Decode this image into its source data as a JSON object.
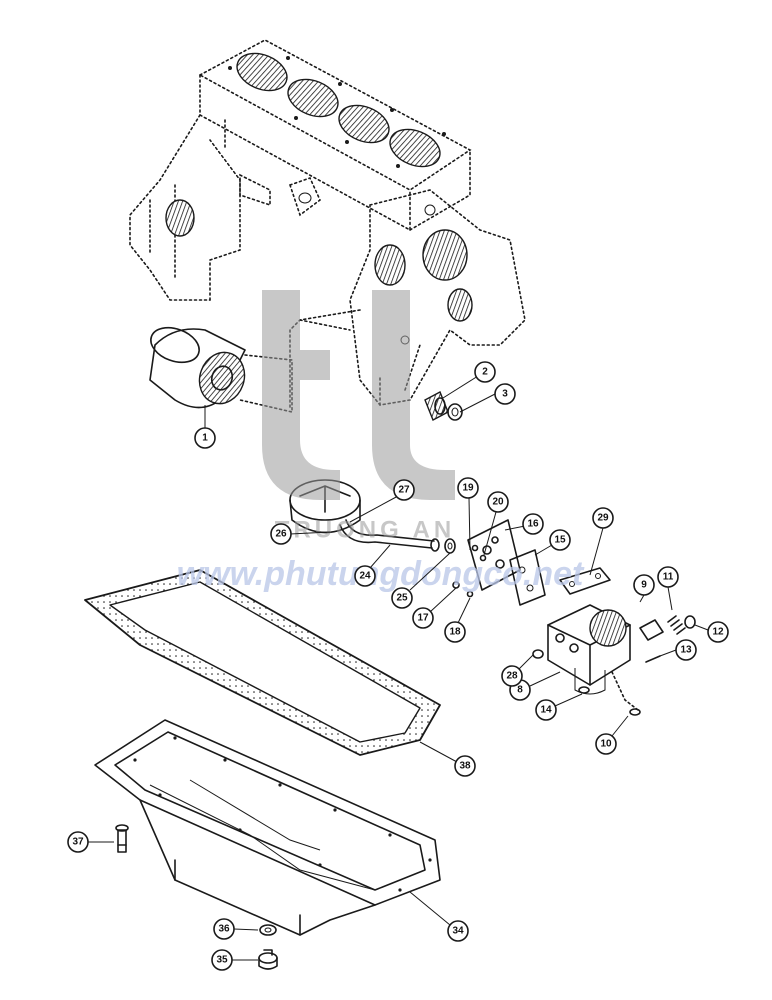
{
  "watermark": {
    "brand_line": "TRUONG AN",
    "url_line": "www.phutungdongco.net",
    "logo_color": "#9a9a9a",
    "url_color": "#b9c6e8"
  },
  "callouts": [
    {
      "id": "c1",
      "label": "1"
    },
    {
      "id": "c2",
      "label": "2"
    },
    {
      "id": "c3",
      "label": "3"
    },
    {
      "id": "c8",
      "label": "8"
    },
    {
      "id": "c9",
      "label": "9"
    },
    {
      "id": "c10",
      "label": "10"
    },
    {
      "id": "c11",
      "label": "11"
    },
    {
      "id": "c12",
      "label": "12"
    },
    {
      "id": "c13",
      "label": "13"
    },
    {
      "id": "c14",
      "label": "14"
    },
    {
      "id": "c15",
      "label": "15"
    },
    {
      "id": "c16",
      "label": "16"
    },
    {
      "id": "c17",
      "label": "17"
    },
    {
      "id": "c18",
      "label": "18"
    },
    {
      "id": "c19",
      "label": "19"
    },
    {
      "id": "c20",
      "label": "20"
    },
    {
      "id": "c24",
      "label": "24"
    },
    {
      "id": "c25",
      "label": "25"
    },
    {
      "id": "c26",
      "label": "26"
    },
    {
      "id": "c27",
      "label": "27"
    },
    {
      "id": "c28",
      "label": "28"
    },
    {
      "id": "c29",
      "label": "29"
    },
    {
      "id": "c34",
      "label": "34"
    },
    {
      "id": "c35",
      "label": "35"
    },
    {
      "id": "c36",
      "label": "36"
    },
    {
      "id": "c37",
      "label": "37"
    },
    {
      "id": "c38",
      "label": "38"
    }
  ]
}
